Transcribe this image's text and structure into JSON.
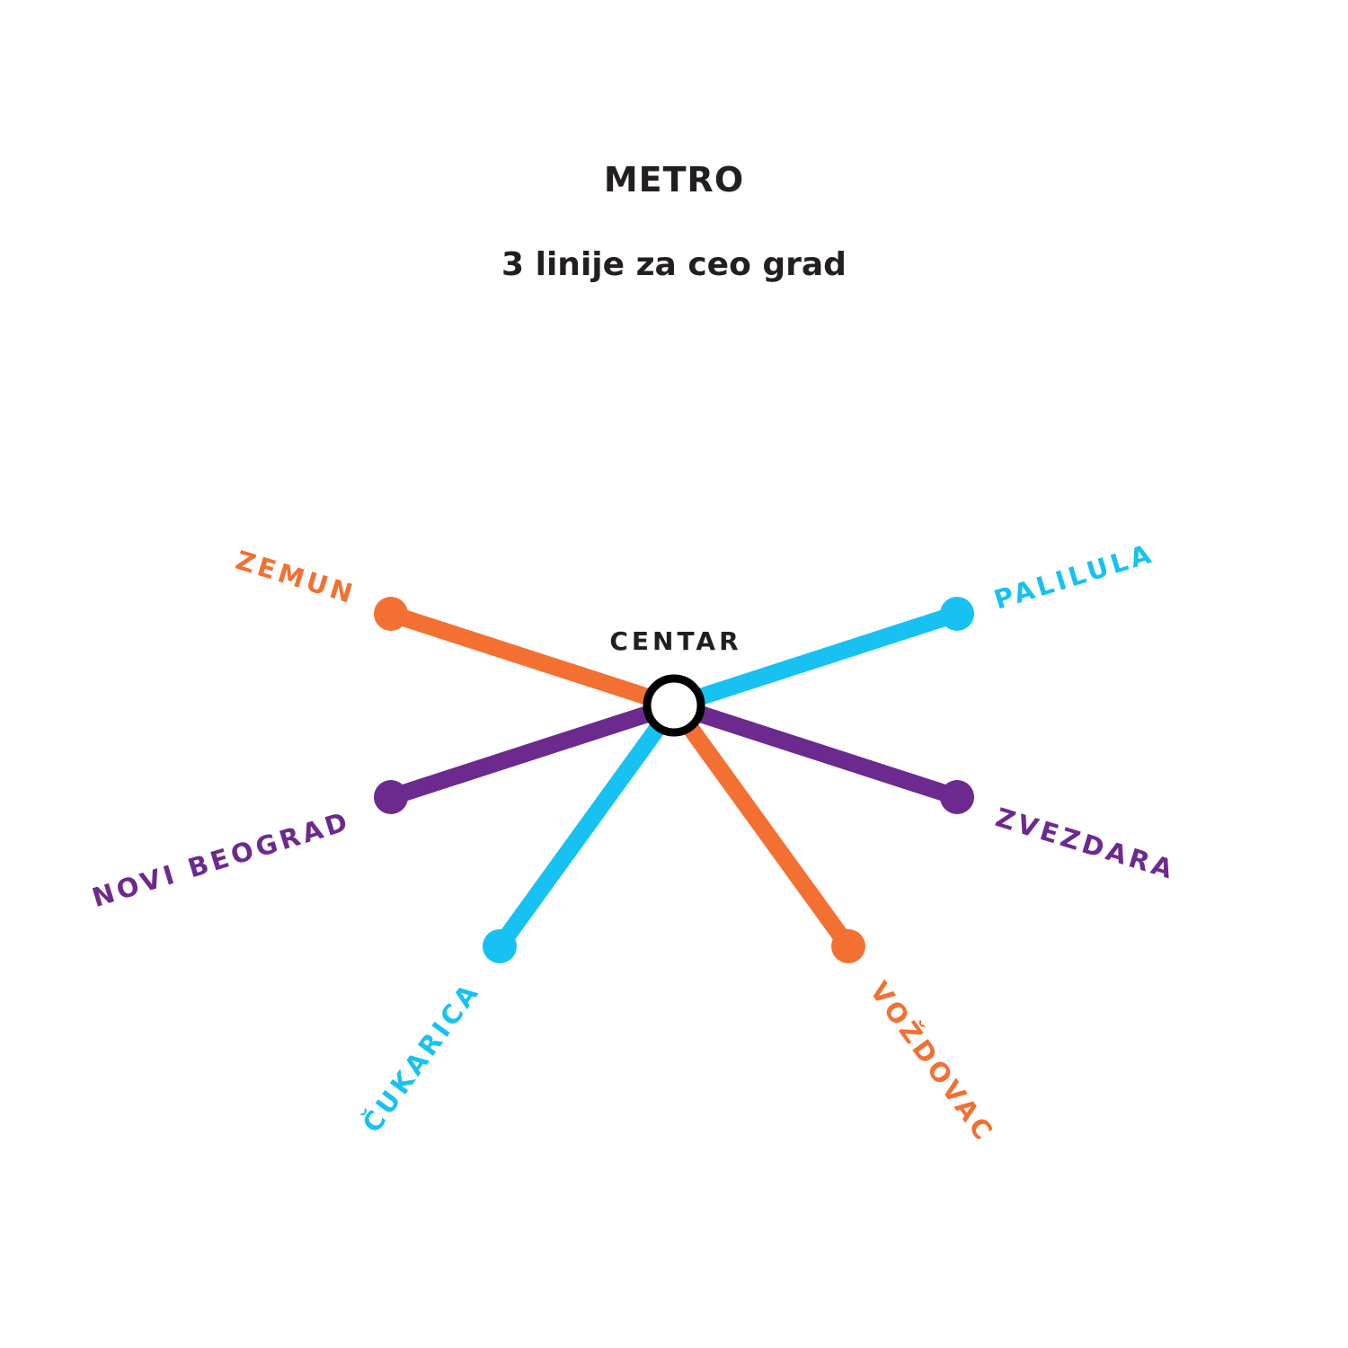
{
  "header": {
    "title": "METRO",
    "subtitle": "3 linije za ceo grad"
  },
  "colors": {
    "orange": "#f37032",
    "cyan": "#17c2f3",
    "purple": "#6c2a8f",
    "dark": "#231f20"
  },
  "hub": {
    "label": "CENTAR"
  },
  "stations": {
    "zemun": "ZEMUN",
    "palilula": "PALILULA",
    "novi_beograd": "NOVI BEOGRAD",
    "zvezdara": "ZVEZDARA",
    "cukarica": "ČUKARICA",
    "vozdovac": "VOŽDOVAC"
  }
}
